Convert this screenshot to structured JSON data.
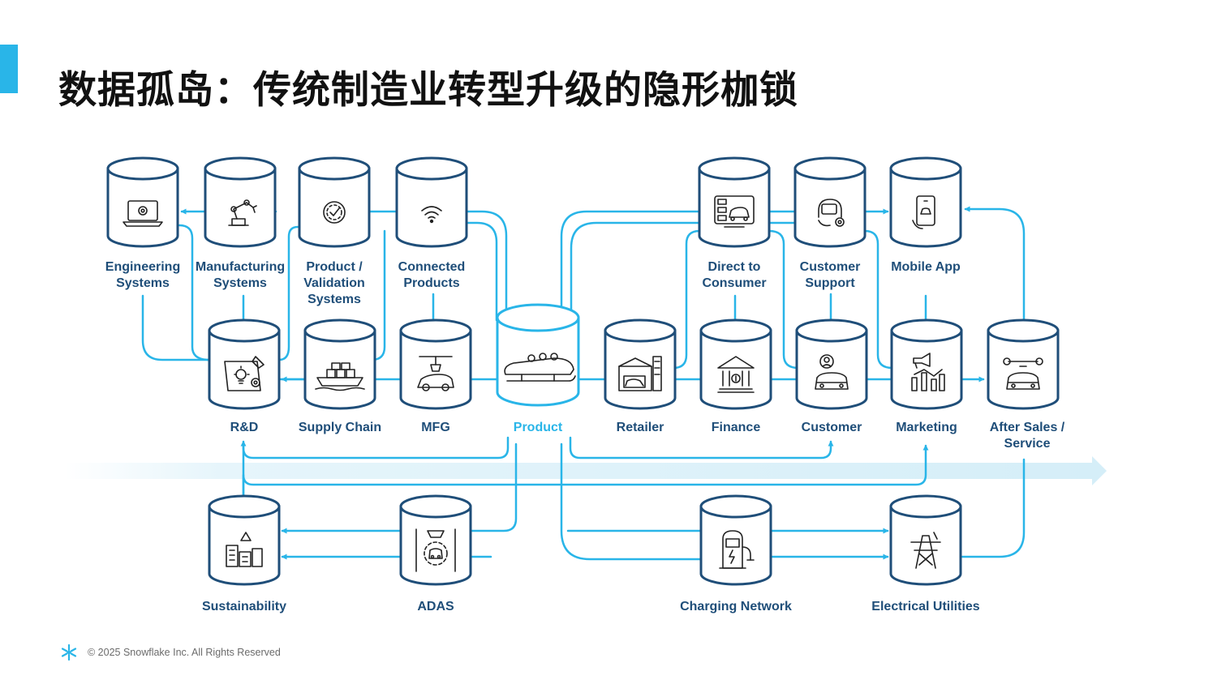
{
  "title": "数据孤岛：传统制造业转型升级的隐形枷锁",
  "footer": "© 2025 Snowflake Inc. All Rights Reserved",
  "colors": {
    "accent": "#29b5e8",
    "node_stroke": "#1f4e79",
    "label": "#1f4e79",
    "highlight": "#29b5e8"
  },
  "nodes": [
    {
      "id": "engineering-systems",
      "icon": "laptop-gear-icon",
      "label": [
        "Engineering",
        "Systems"
      ]
    },
    {
      "id": "manufacturing-systems",
      "icon": "robot-arm-icon",
      "label": [
        "Manufacturing",
        "Systems"
      ]
    },
    {
      "id": "product-validation-systems",
      "icon": "gear-check-icon",
      "label": [
        "Product /",
        "Validation",
        "Systems"
      ]
    },
    {
      "id": "connected-products",
      "icon": "wifi-icon",
      "label": [
        "Connected",
        "Products"
      ]
    },
    {
      "id": "direct-to-consumer",
      "icon": "car-dashboard-icon",
      "label": [
        "Direct to",
        "Consumer"
      ]
    },
    {
      "id": "customer-support",
      "icon": "headset-gear-icon",
      "label": [
        "Customer",
        "Support"
      ]
    },
    {
      "id": "mobile-app",
      "icon": "phone-car-icon",
      "label": [
        "Mobile App"
      ]
    },
    {
      "id": "rnd",
      "icon": "blueprint-lightbulb-icon",
      "label": [
        "R&D"
      ]
    },
    {
      "id": "supply-chain",
      "icon": "cargo-ship-icon",
      "label": [
        "Supply Chain"
      ]
    },
    {
      "id": "mfg",
      "icon": "assembly-robot-icon",
      "label": [
        "MFG"
      ]
    },
    {
      "id": "product",
      "icon": "bobsled-icon",
      "label": [
        "Product"
      ],
      "highlight": true
    },
    {
      "id": "retailer",
      "icon": "dealership-icon",
      "label": [
        "Retailer"
      ]
    },
    {
      "id": "finance",
      "icon": "bank-icon",
      "label": [
        "Finance"
      ]
    },
    {
      "id": "customer",
      "icon": "user-car-icon",
      "label": [
        "Customer"
      ]
    },
    {
      "id": "marketing",
      "icon": "megaphone-chart-icon",
      "label": [
        "Marketing"
      ]
    },
    {
      "id": "after-sales-service",
      "icon": "wrench-car-icon",
      "label": [
        "After Sales /",
        "Service"
      ]
    },
    {
      "id": "sustainability",
      "icon": "recycle-building-icon",
      "label": [
        "Sustainability"
      ]
    },
    {
      "id": "adas",
      "icon": "radar-car-icon",
      "label": [
        "ADAS"
      ]
    },
    {
      "id": "charging-network",
      "icon": "charging-station-icon",
      "label": [
        "Charging Network"
      ]
    },
    {
      "id": "electrical-utilities",
      "icon": "power-tower-icon",
      "label": [
        "Electrical Utilities"
      ]
    }
  ]
}
